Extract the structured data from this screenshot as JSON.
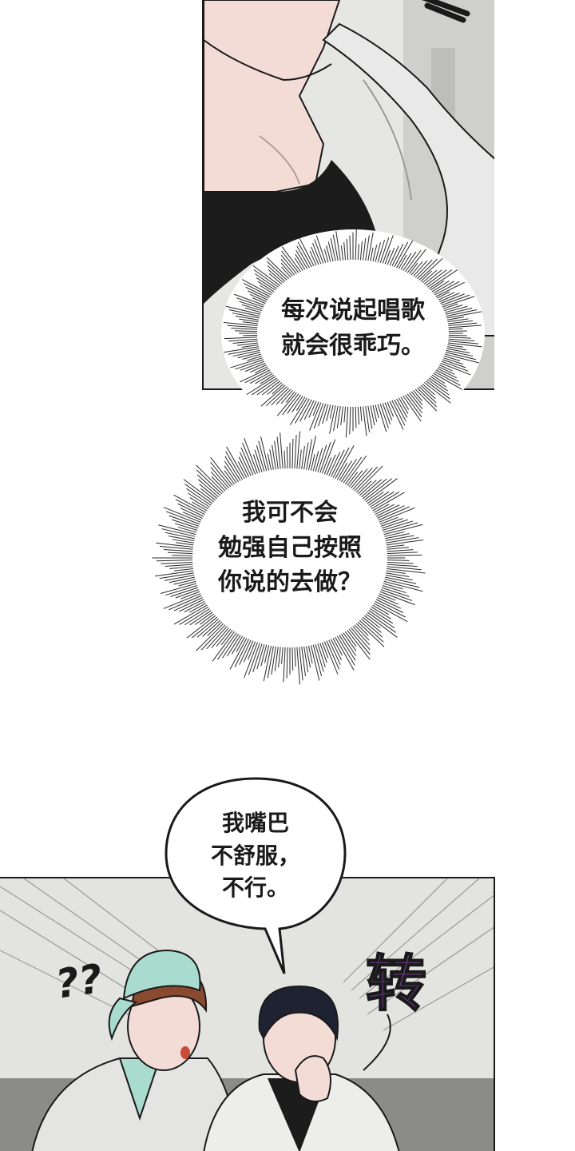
{
  "bubbles": {
    "thought_1": {
      "lines": [
        "每次说起唱歌",
        "就会很乖巧。"
      ]
    },
    "thought_2": {
      "lines": [
        "我可不会",
        "勉强自己按照",
        "你说的去做？"
      ]
    },
    "speech_1": {
      "lines": [
        "我嘴巴",
        "不舒服，",
        "不行。"
      ]
    }
  },
  "sfx": {
    "question": "??",
    "turn": "转"
  },
  "colors": {
    "panel_border": "#1a1a1a",
    "skin": "#f3dcd6",
    "black_shirt": "#1c1c1c",
    "jacket": "#e9e9e9",
    "bg_gray": "#d9d9d6",
    "cap": "#a9dccf",
    "hair_brown": "#8a4a30",
    "hair_black": "#1f2230",
    "sfx_purple": "#6a3a86"
  }
}
